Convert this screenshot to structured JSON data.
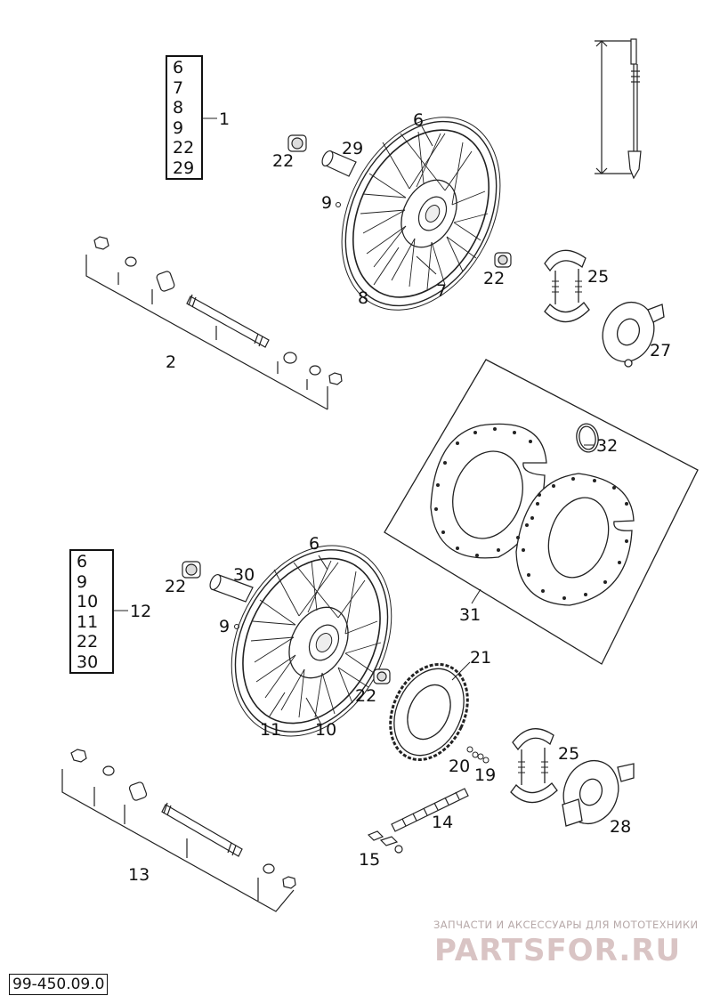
{
  "kits": [
    {
      "label": "1",
      "items": [
        "6",
        "7",
        "8",
        "9",
        "22",
        "29"
      ]
    },
    {
      "label": "12",
      "items": [
        "6",
        "9",
        "10",
        "11",
        "22",
        "30"
      ]
    }
  ],
  "callouts": {
    "c2": "2",
    "c6a": "6",
    "c29": "29",
    "c22a": "22",
    "c9a": "9",
    "c8": "8",
    "c7": "7",
    "c22b": "22",
    "c25a": "25",
    "c27": "27",
    "c32": "32",
    "c31": "31",
    "c6b": "6",
    "c30": "30",
    "c22c": "22",
    "c9b": "9",
    "c11": "11",
    "c10": "10",
    "c22d": "22",
    "c21": "21",
    "c20": "20",
    "c19": "19",
    "c25b": "25",
    "c14": "14",
    "c15": "15",
    "c28": "28",
    "c13": "13"
  },
  "watermark": {
    "subtitle": "ЗАПЧАСТИ И АКСЕССУАРЫ ДЛЯ МОТОТЕХНИКИ",
    "logo": "PARTSFOR.RU"
  },
  "diagram_code": "99-450.09.0"
}
